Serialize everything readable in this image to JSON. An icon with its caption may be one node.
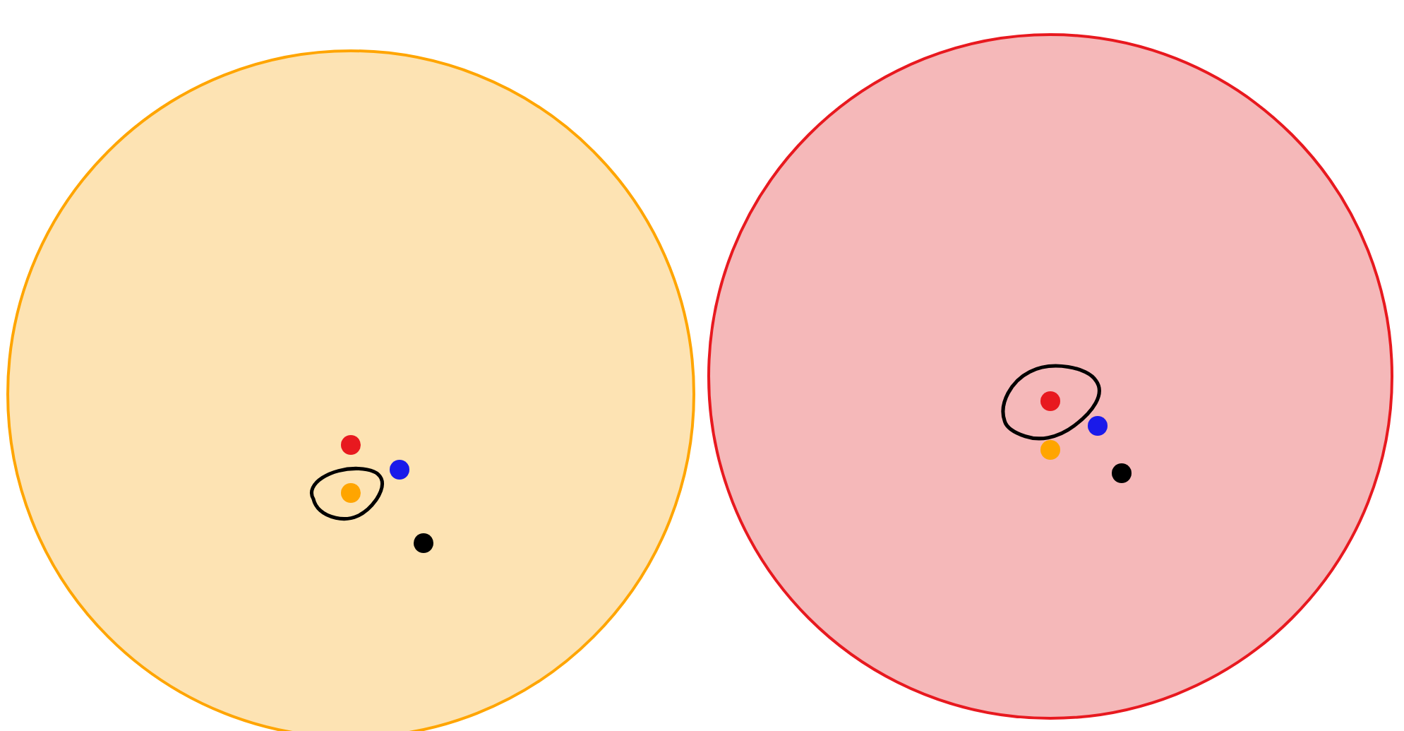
{
  "diagram": {
    "nodes": [
      {
        "text": [],
        "shape": "circle"
      },
      {
        "text": [],
        "shape": "circle",
        "in": 0
      },
      {
        "text": [],
        "shape": "circle",
        "in": 0
      },
      {
        "text": [],
        "shape": "circle",
        "in": 0
      },
      {
        "text": [],
        "shape": "circle",
        "in": 0
      },
      {
        "text": [],
        "shape": "circle"
      },
      {
        "text": [],
        "shape": "circle",
        "in": 5
      },
      {
        "text": [],
        "shape": "circle",
        "in": 5
      },
      {
        "text": [],
        "shape": "circle",
        "in": 5
      },
      {
        "text": [],
        "shape": "circle",
        "in": 5
      }
    ]
  }
}
